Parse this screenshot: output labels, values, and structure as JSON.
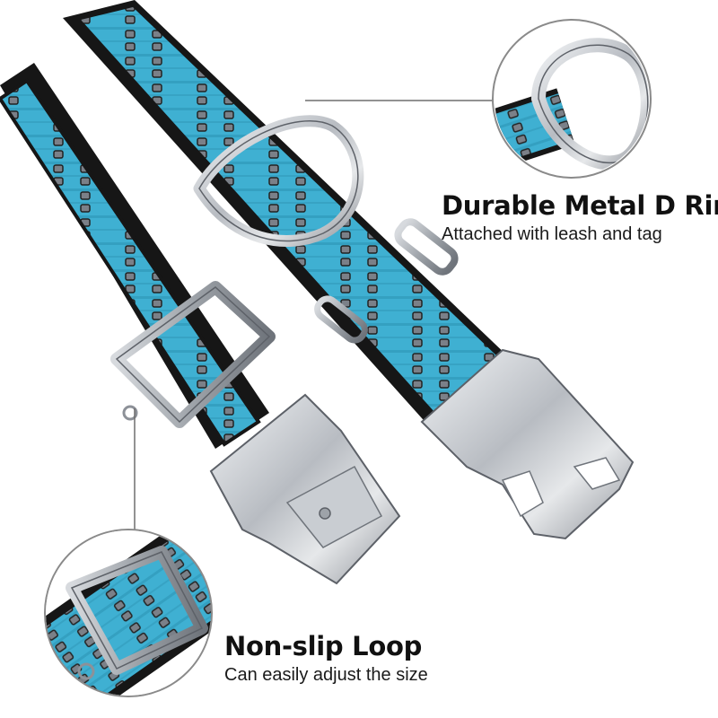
{
  "features": {
    "d_ring": {
      "title": "Durable Metal D Ring",
      "subtitle": "Attached with leash and tag"
    },
    "loop": {
      "title": "Non-slip Loop",
      "subtitle": "Can easily adjust the size"
    }
  },
  "colors": {
    "webbing_blue": "#3fb0d2",
    "webbing_dark": "#1f6f88",
    "edge_black": "#161616",
    "reflective_gray": "#7b8088",
    "metal": "#c9cdd2",
    "callout_line": "#6e6e6e"
  },
  "icons": [
    "d-ring-icon",
    "buckle-icon",
    "slider-loop-icon"
  ]
}
